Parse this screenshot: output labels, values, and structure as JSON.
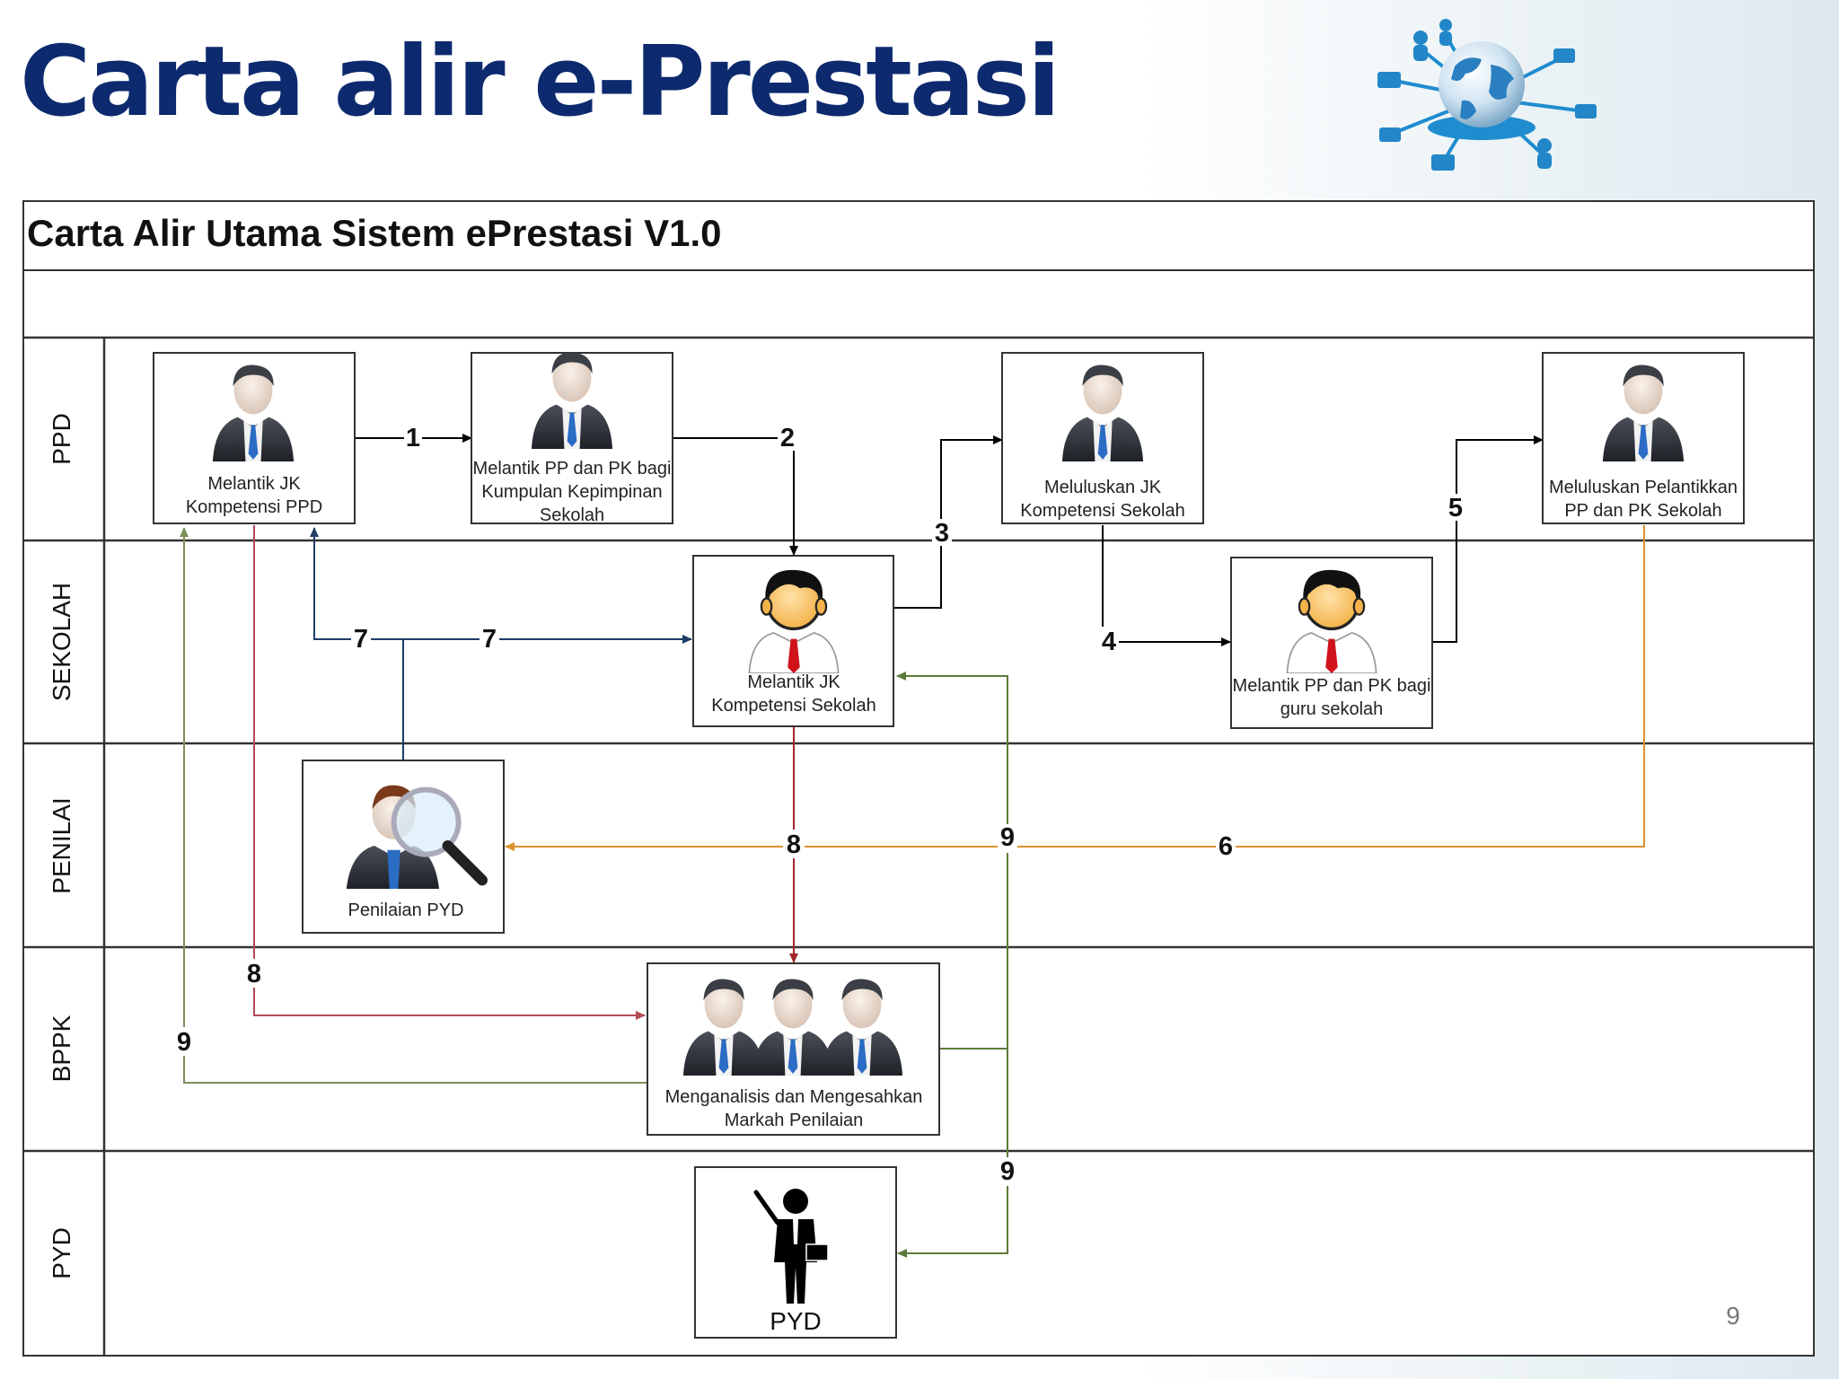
{
  "slide": {
    "title": "Carta alir e-Prestasi",
    "page_number": "9",
    "icons": [
      "globe-network-icon"
    ]
  },
  "diagram": {
    "title": "Carta Alir Utama Sistem ePrestasi V1.0",
    "lanes": [
      {
        "id": "ppd",
        "label": "PPD"
      },
      {
        "id": "sekolah",
        "label": "SEKOLAH"
      },
      {
        "id": "penilai",
        "label": "PENILAI"
      },
      {
        "id": "bppk",
        "label": "BPPK"
      },
      {
        "id": "pyd",
        "label": "PYD"
      }
    ],
    "nodes": [
      {
        "id": "n1",
        "lane": "ppd",
        "icon": "businessman-icon",
        "lines": [
          "Melantik JK",
          "Kompetensi PPD"
        ]
      },
      {
        "id": "n2",
        "lane": "ppd",
        "icon": "businessman-icon",
        "lines": [
          "Melantik PP dan PK bagi",
          "Kumpulan Kepimpinan",
          "Sekolah"
        ]
      },
      {
        "id": "n3",
        "lane": "ppd",
        "icon": "businessman-icon",
        "lines": [
          "Meluluskan JK",
          "Kompetensi Sekolah"
        ]
      },
      {
        "id": "n4",
        "lane": "ppd",
        "icon": "businessman-icon",
        "lines": [
          "Meluluskan Pelantikkan",
          "PP dan PK Sekolah"
        ]
      },
      {
        "id": "n5",
        "lane": "sekolah",
        "icon": "school-staff-icon",
        "lines": [
          "Melantik JK",
          "Kompetensi Sekolah"
        ]
      },
      {
        "id": "n6",
        "lane": "sekolah",
        "icon": "school-staff-icon",
        "lines": [
          "Melantik PP dan PK bagi",
          "guru sekolah"
        ]
      },
      {
        "id": "n7",
        "lane": "penilai",
        "icon": "assessor-magnifier-icon",
        "lines": [
          "Penilaian PYD"
        ]
      },
      {
        "id": "n8",
        "lane": "bppk",
        "icon": "business-group-icon",
        "lines": [
          "Menganalisis dan Mengesahkan",
          "Markah Penilaian"
        ]
      },
      {
        "id": "n9",
        "lane": "pyd",
        "icon": "teacher-with-pointer-icon",
        "lines": [
          "PYD"
        ]
      }
    ],
    "flows": [
      {
        "step": "1",
        "from": "n1",
        "to": "n2",
        "color": "#000000"
      },
      {
        "step": "2",
        "from": "n2",
        "to": "n5",
        "color": "#000000"
      },
      {
        "step": "3",
        "from": "n5",
        "to": "n3",
        "color": "#000000"
      },
      {
        "step": "4",
        "from": "n3",
        "to": "n6",
        "color": "#000000"
      },
      {
        "step": "5",
        "from": "n6",
        "to": "n4",
        "color": "#000000"
      },
      {
        "step": "6",
        "from": "n4",
        "to": "n7",
        "color": "#d9922e"
      },
      {
        "step": "7",
        "from": "n7",
        "to": "n1",
        "color": "#1f3c66"
      },
      {
        "step": "7",
        "from": "n7",
        "to": "n5",
        "color": "#1f3c66"
      },
      {
        "step": "8",
        "from": "n5",
        "to": "n8",
        "color": "#a2262c"
      },
      {
        "step": "8",
        "from": "n1",
        "to": "n8",
        "color": "#b24a55"
      },
      {
        "step": "9",
        "from": "n8",
        "to": "n1",
        "color": "#7a8f5a"
      },
      {
        "step": "9",
        "from": "n8",
        "to": "n5",
        "color": "#5e7a3a"
      },
      {
        "step": "9",
        "from": "n8",
        "to": "n9",
        "color": "#5e7a3a"
      }
    ],
    "step_labels": [
      "1",
      "2",
      "3",
      "4",
      "5",
      "6",
      "7",
      "7",
      "8",
      "8",
      "9",
      "9",
      "9"
    ]
  }
}
